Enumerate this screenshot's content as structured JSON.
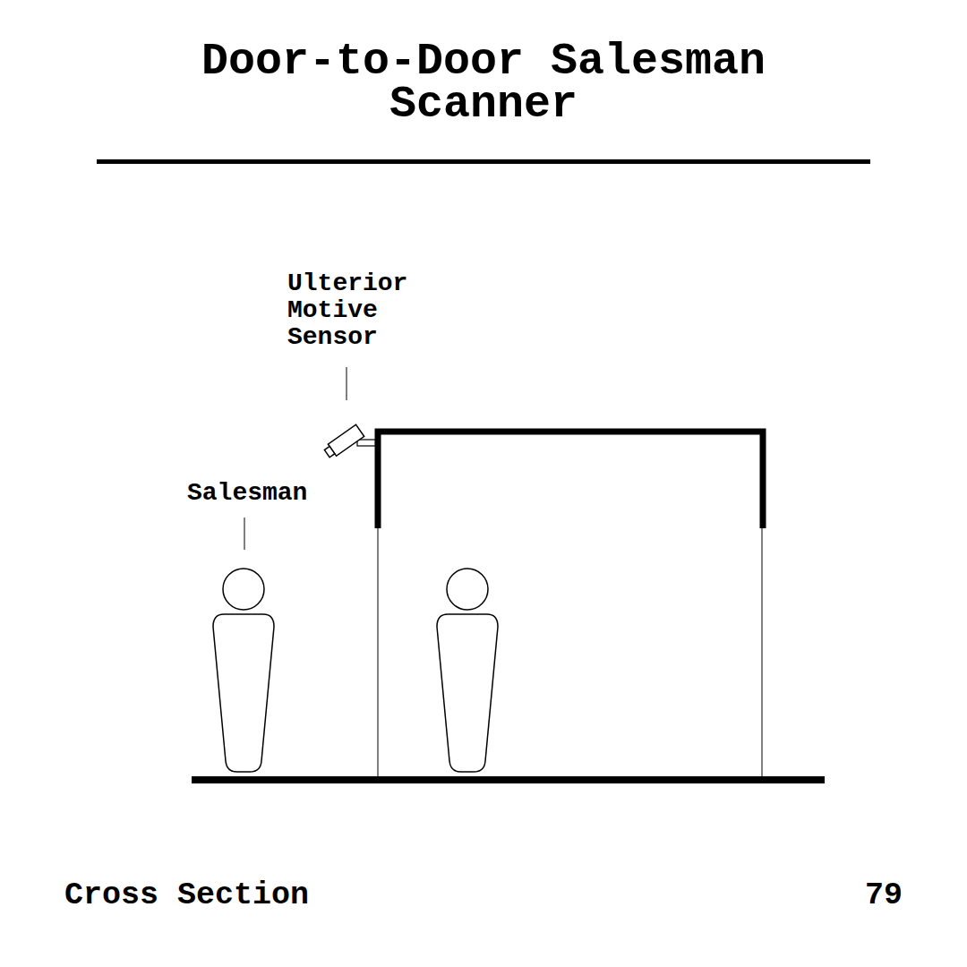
{
  "diagram": {
    "title": "Door-to-Door Salesman Scanner",
    "caption": "Cross Section",
    "labels": [
      "Ulterior Motive Sensor",
      "Salesman",
      "79"
    ]
  }
}
